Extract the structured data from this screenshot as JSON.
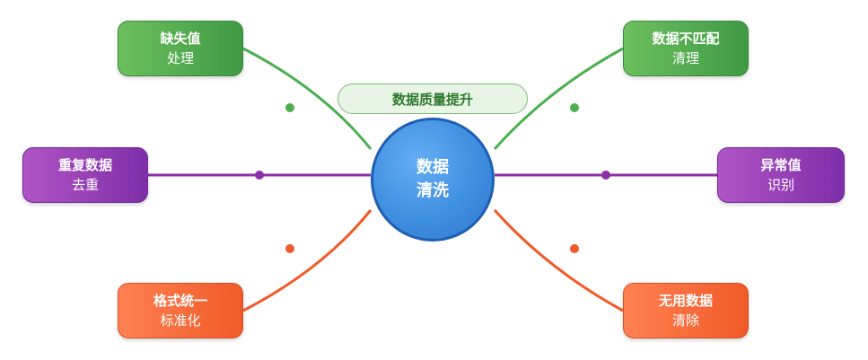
{
  "center": {
    "line1": "数据",
    "line2": "清洗"
  },
  "banner": {
    "label": "数据质量提升"
  },
  "nodes": {
    "missing": {
      "line1": "缺失值",
      "line2": "处理"
    },
    "mismatch": {
      "line1": "数据不匹配",
      "line2": "清理"
    },
    "duplicate": {
      "line1": "重复数据",
      "line2": "去重"
    },
    "outlier": {
      "line1": "异常值",
      "line2": "识别"
    },
    "format": {
      "line1": "格式统一",
      "line2": "标准化"
    },
    "useless": {
      "line1": "无用数据",
      "line2": "清除"
    }
  },
  "colors": {
    "green": "#4caf50",
    "purple": "#8e2fa8",
    "orange": "#f05a28",
    "blue": "#3f8fe0"
  }
}
